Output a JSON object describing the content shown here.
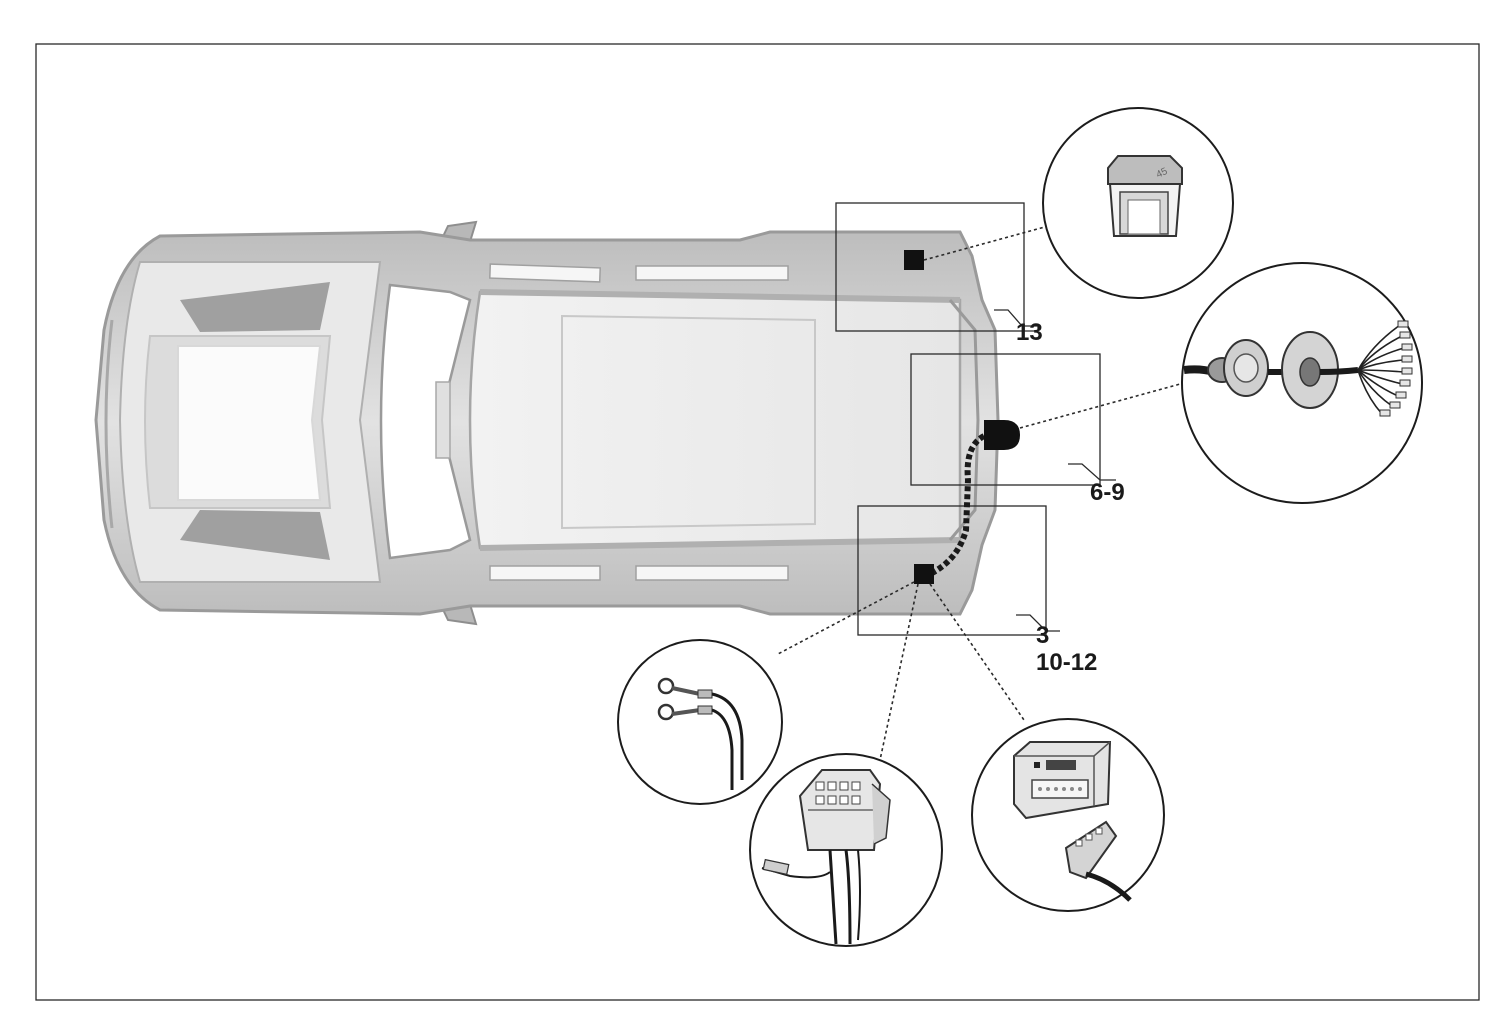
{
  "labels": {
    "zone_front": "13",
    "zone_middle": "6-9",
    "zone_rear_a": "3",
    "zone_rear_b": "10-12"
  },
  "detail_icons": [
    "fuse-icon",
    "trailer-socket-with-grommet-icon",
    "ground-ring-terminals-icon",
    "vehicle-wiring-connector-icon",
    "control-module-with-cable-icon"
  ],
  "colors": {
    "frame": "#2a2a2a",
    "car_body": "#c8c8c8",
    "car_outline": "#9a9a9a",
    "marker": "#111111"
  }
}
